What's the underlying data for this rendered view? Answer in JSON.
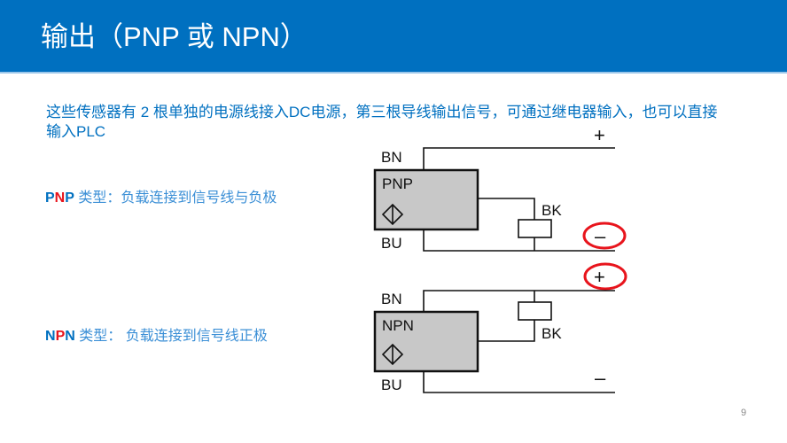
{
  "slide": {
    "title": "输出（PNP 或 NPN）",
    "intro": "这些传感器有 2 根单独的电源线接入DC电源，第三根导线输出信号，可通过继电器输入，也可以直接输入PLC",
    "page_number": "9",
    "colors": {
      "header": "#0070c0",
      "text_blue": "#0070c0",
      "accent_red": "#e8141c",
      "sensor_fill": "#c8c8c8"
    }
  },
  "pnp": {
    "code_parts": [
      "P",
      "N",
      "P"
    ],
    "type_label": " 类型：负载连接到信号线与负极",
    "diagram": {
      "sensor_label": "PNP",
      "wire_top": "BN",
      "wire_bottom": "BU",
      "wire_signal": "BK",
      "rail_top_symbol": "+",
      "rail_bottom_symbol": "–",
      "highlighted": "–"
    }
  },
  "npn": {
    "code_parts": [
      "N",
      "P",
      "N"
    ],
    "type_label": " 类型：  负载连接到信号线正极",
    "diagram": {
      "sensor_label": "NPN",
      "wire_top": "BN",
      "wire_bottom": "BU",
      "wire_signal": "BK",
      "rail_top_symbol": "+",
      "rail_bottom_symbol": "–",
      "highlighted": "+"
    }
  }
}
